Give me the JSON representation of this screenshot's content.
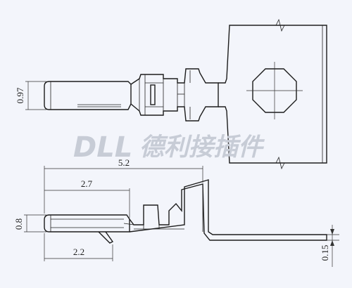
{
  "watermark": {
    "brand": "DLL",
    "text": "德利接插件"
  },
  "dimensions": {
    "top_height": "0.97",
    "overall_length": "5.2",
    "crimp_length": "2.7",
    "pin_length": "2.2",
    "pin_height": "0.8",
    "thickness": "0.15"
  },
  "colors": {
    "line": "#1c1c1c",
    "background": "#f3f5fb",
    "watermark": "#c7ccd6"
  }
}
